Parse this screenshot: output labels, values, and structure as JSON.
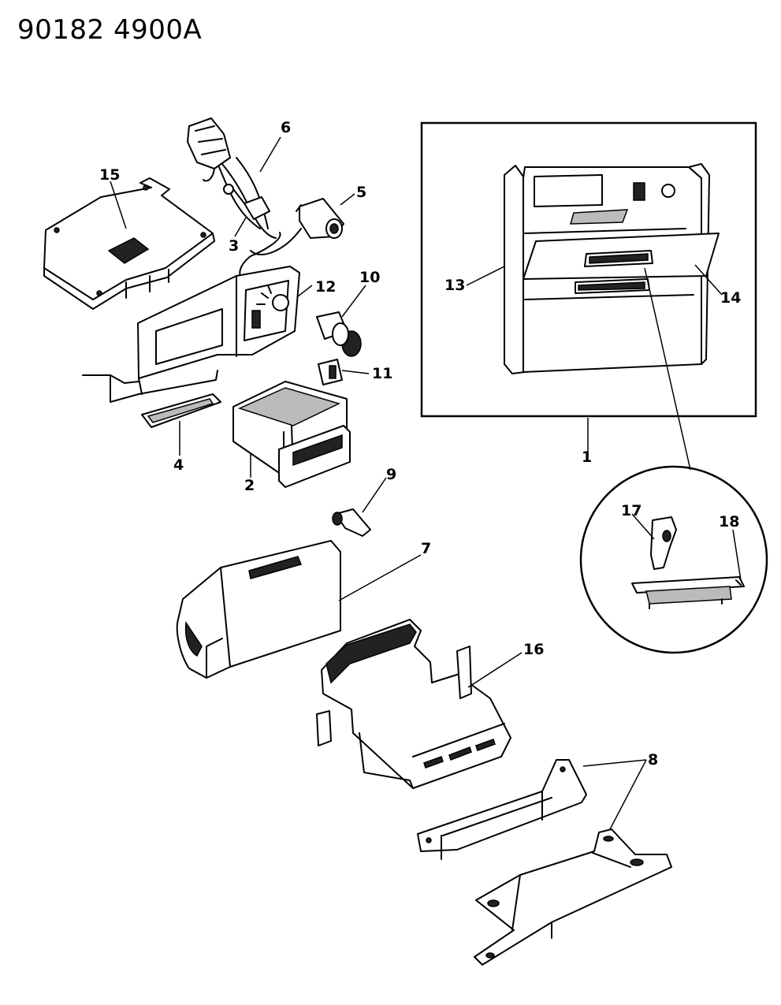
{
  "header": {
    "code": "90182  4900A"
  },
  "callouts": [
    "1",
    "2",
    "3",
    "4",
    "5",
    "6",
    "7",
    "8",
    "9",
    "10",
    "11",
    "12",
    "13",
    "14",
    "15",
    "16",
    "17",
    "18"
  ]
}
